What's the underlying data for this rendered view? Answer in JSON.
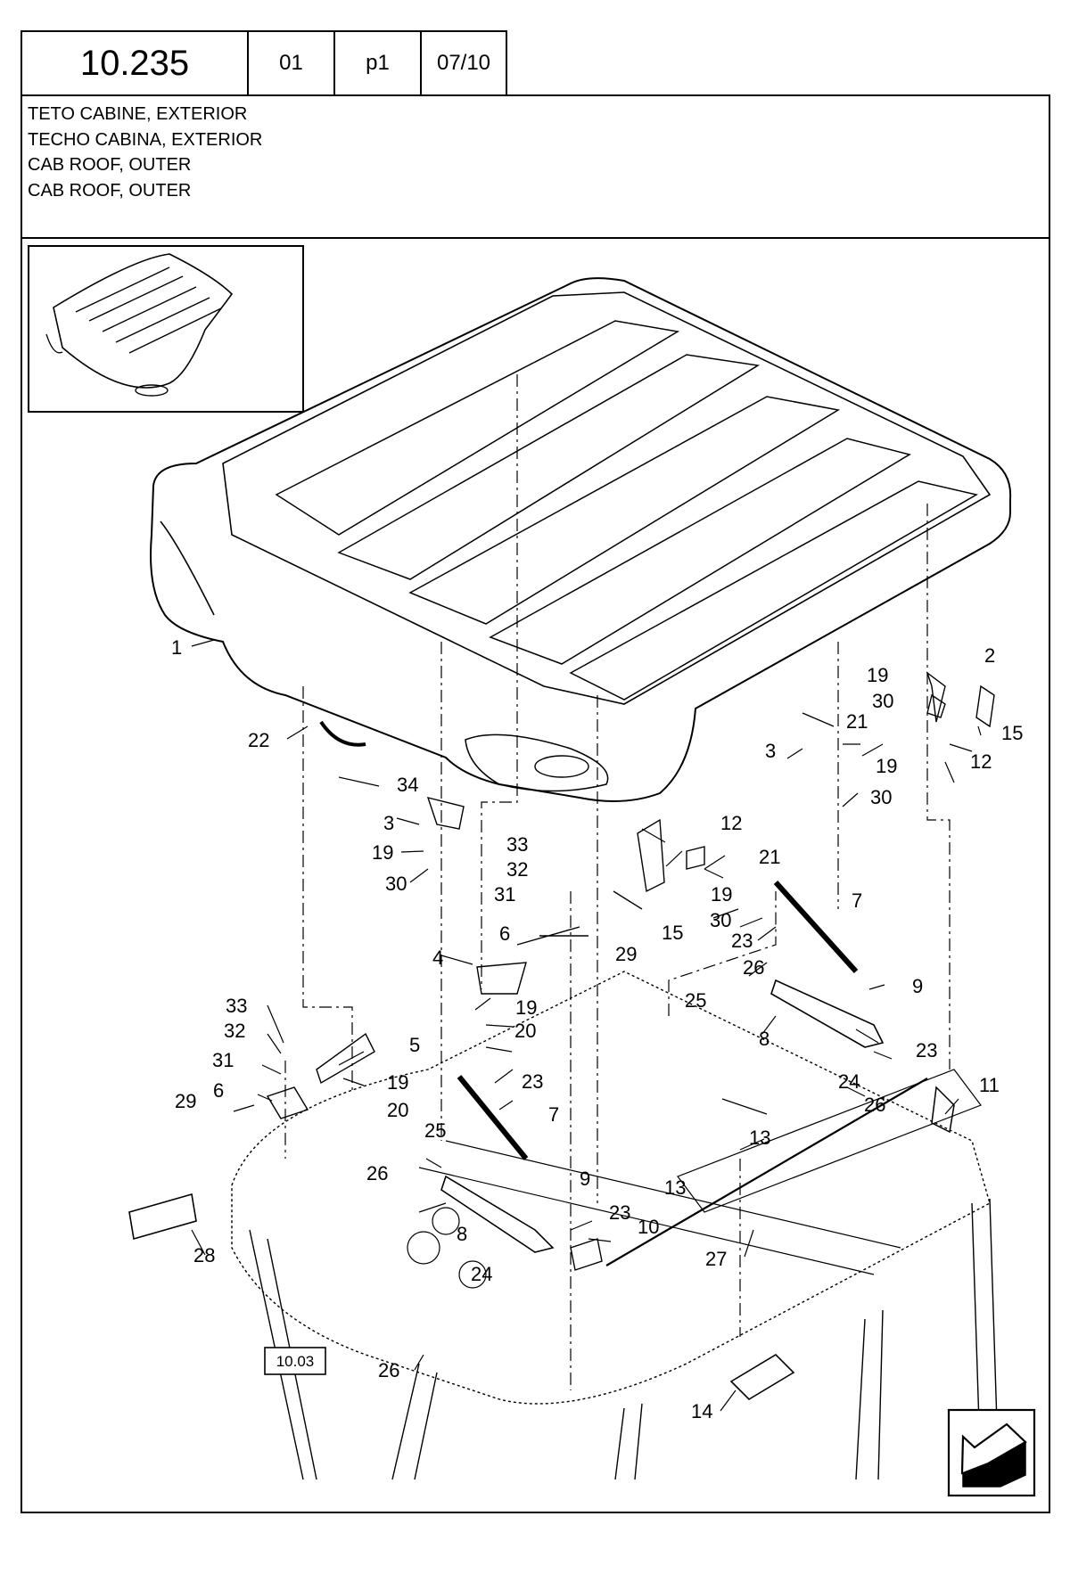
{
  "header": {
    "page_number": "10.235",
    "code1": "01",
    "code2": "p1",
    "date": "07/10"
  },
  "titles": [
    "TETO CABINE, EXTERIOR",
    "TECHO CABINA, EXTERIOR",
    "CAB ROOF, OUTER",
    "CAB ROOF, OUTER"
  ],
  "reference_box": "10.03",
  "callouts": [
    "1",
    "2",
    "3",
    "4",
    "5",
    "6",
    "7",
    "8",
    "9",
    "10",
    "11",
    "12",
    "13",
    "14",
    "15",
    "19",
    "20",
    "21",
    "22",
    "23",
    "24",
    "25",
    "26",
    "27",
    "28",
    "29",
    "30",
    "31",
    "32",
    "33",
    "34"
  ],
  "icons": {
    "navigation": "next-page-arrow-icon",
    "thumbnail": "roof-overview-thumbnail"
  }
}
